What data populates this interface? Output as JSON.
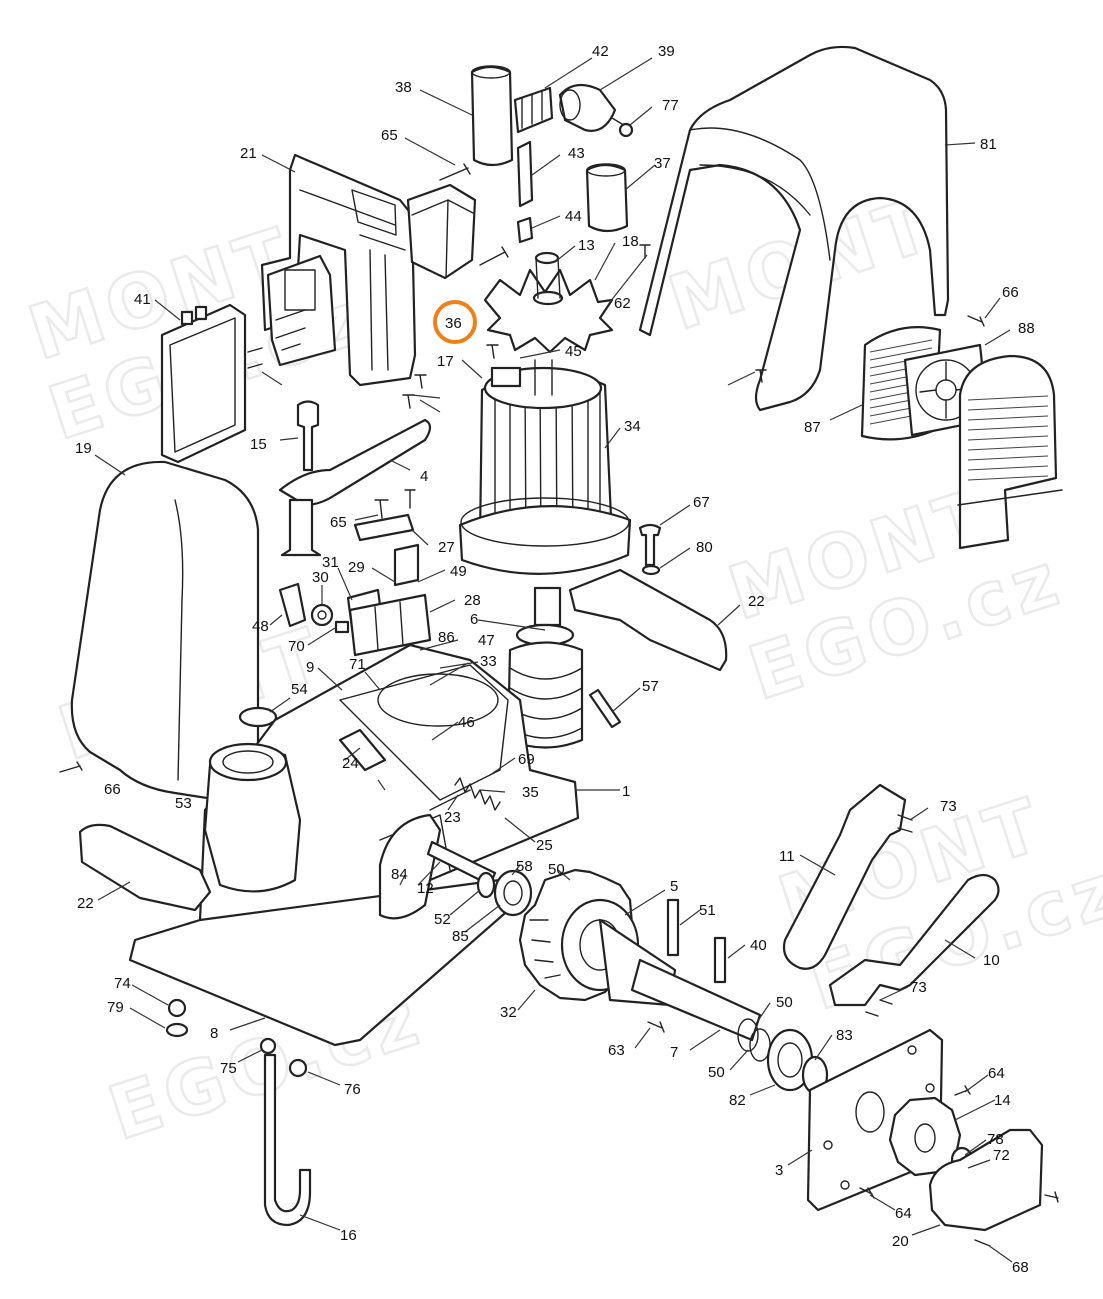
{
  "diagram": {
    "highlight_label": "36",
    "highlight_color": "#f07f1a",
    "watermark": [
      "MONT",
      "EGO.cz"
    ],
    "callouts": [
      "42",
      "39",
      "38",
      "77",
      "65",
      "43",
      "37",
      "21",
      "81",
      "44",
      "13",
      "18",
      "41",
      "62",
      "36",
      "17",
      "45",
      "66",
      "88",
      "15",
      "34",
      "87",
      "19",
      "4",
      "67",
      "65",
      "27",
      "80",
      "31",
      "29",
      "49",
      "30",
      "28",
      "22",
      "48",
      "70",
      "6",
      "86",
      "47",
      "9",
      "71",
      "33",
      "57",
      "54",
      "46",
      "24",
      "69",
      "66",
      "53",
      "35",
      "1",
      "23",
      "25",
      "73",
      "58",
      "50",
      "84",
      "12",
      "52",
      "5",
      "11",
      "85",
      "22",
      "51",
      "40",
      "10",
      "32",
      "73",
      "74",
      "79",
      "8",
      "50",
      "83",
      "63",
      "7",
      "75",
      "76",
      "50",
      "82",
      "64",
      "14",
      "78",
      "72",
      "3",
      "64",
      "20",
      "16",
      "68"
    ]
  }
}
